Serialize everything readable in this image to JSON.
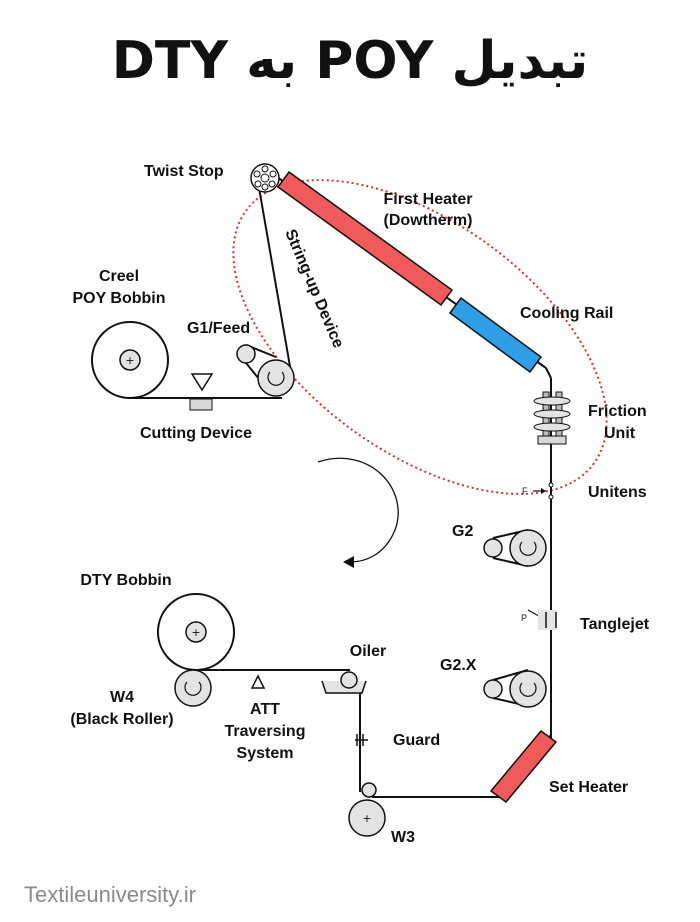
{
  "title": "تبدیل POY به DTY",
  "labels": {
    "twist_stop": "Twist Stop",
    "first_heater_1": "First Heater",
    "first_heater_2": "(Dowtherm)",
    "string_up": "String-up Device",
    "creel_1": "Creel",
    "creel_2": "POY Bobbin",
    "g1_feed": "G1/Feed",
    "cutting_device": "Cutting Device",
    "cooling_rail": "Cooling Rail",
    "friction_1": "Friction",
    "friction_2": "Unit",
    "unitens": "Unitens",
    "unitens_f": "F",
    "g2": "G2",
    "tanglejet": "Tanglejet",
    "tanglejet_p": "P",
    "g2x": "G2.X",
    "dty_bobbin": "DTY Bobbin",
    "oiler": "Oiler",
    "w4_1": "W4",
    "w4_2": "(Black Roller)",
    "att_1": "ATT",
    "att_2": "Traversing",
    "att_3": "System",
    "guard": "Guard",
    "set_heater": "Set Heater",
    "w3": "W3"
  },
  "watermark": "Textileuniversity.ir",
  "colors": {
    "heater": "#f05a5a",
    "cooling_rail": "#2e9fe6",
    "highlight_ellipse": "#e0322a"
  }
}
